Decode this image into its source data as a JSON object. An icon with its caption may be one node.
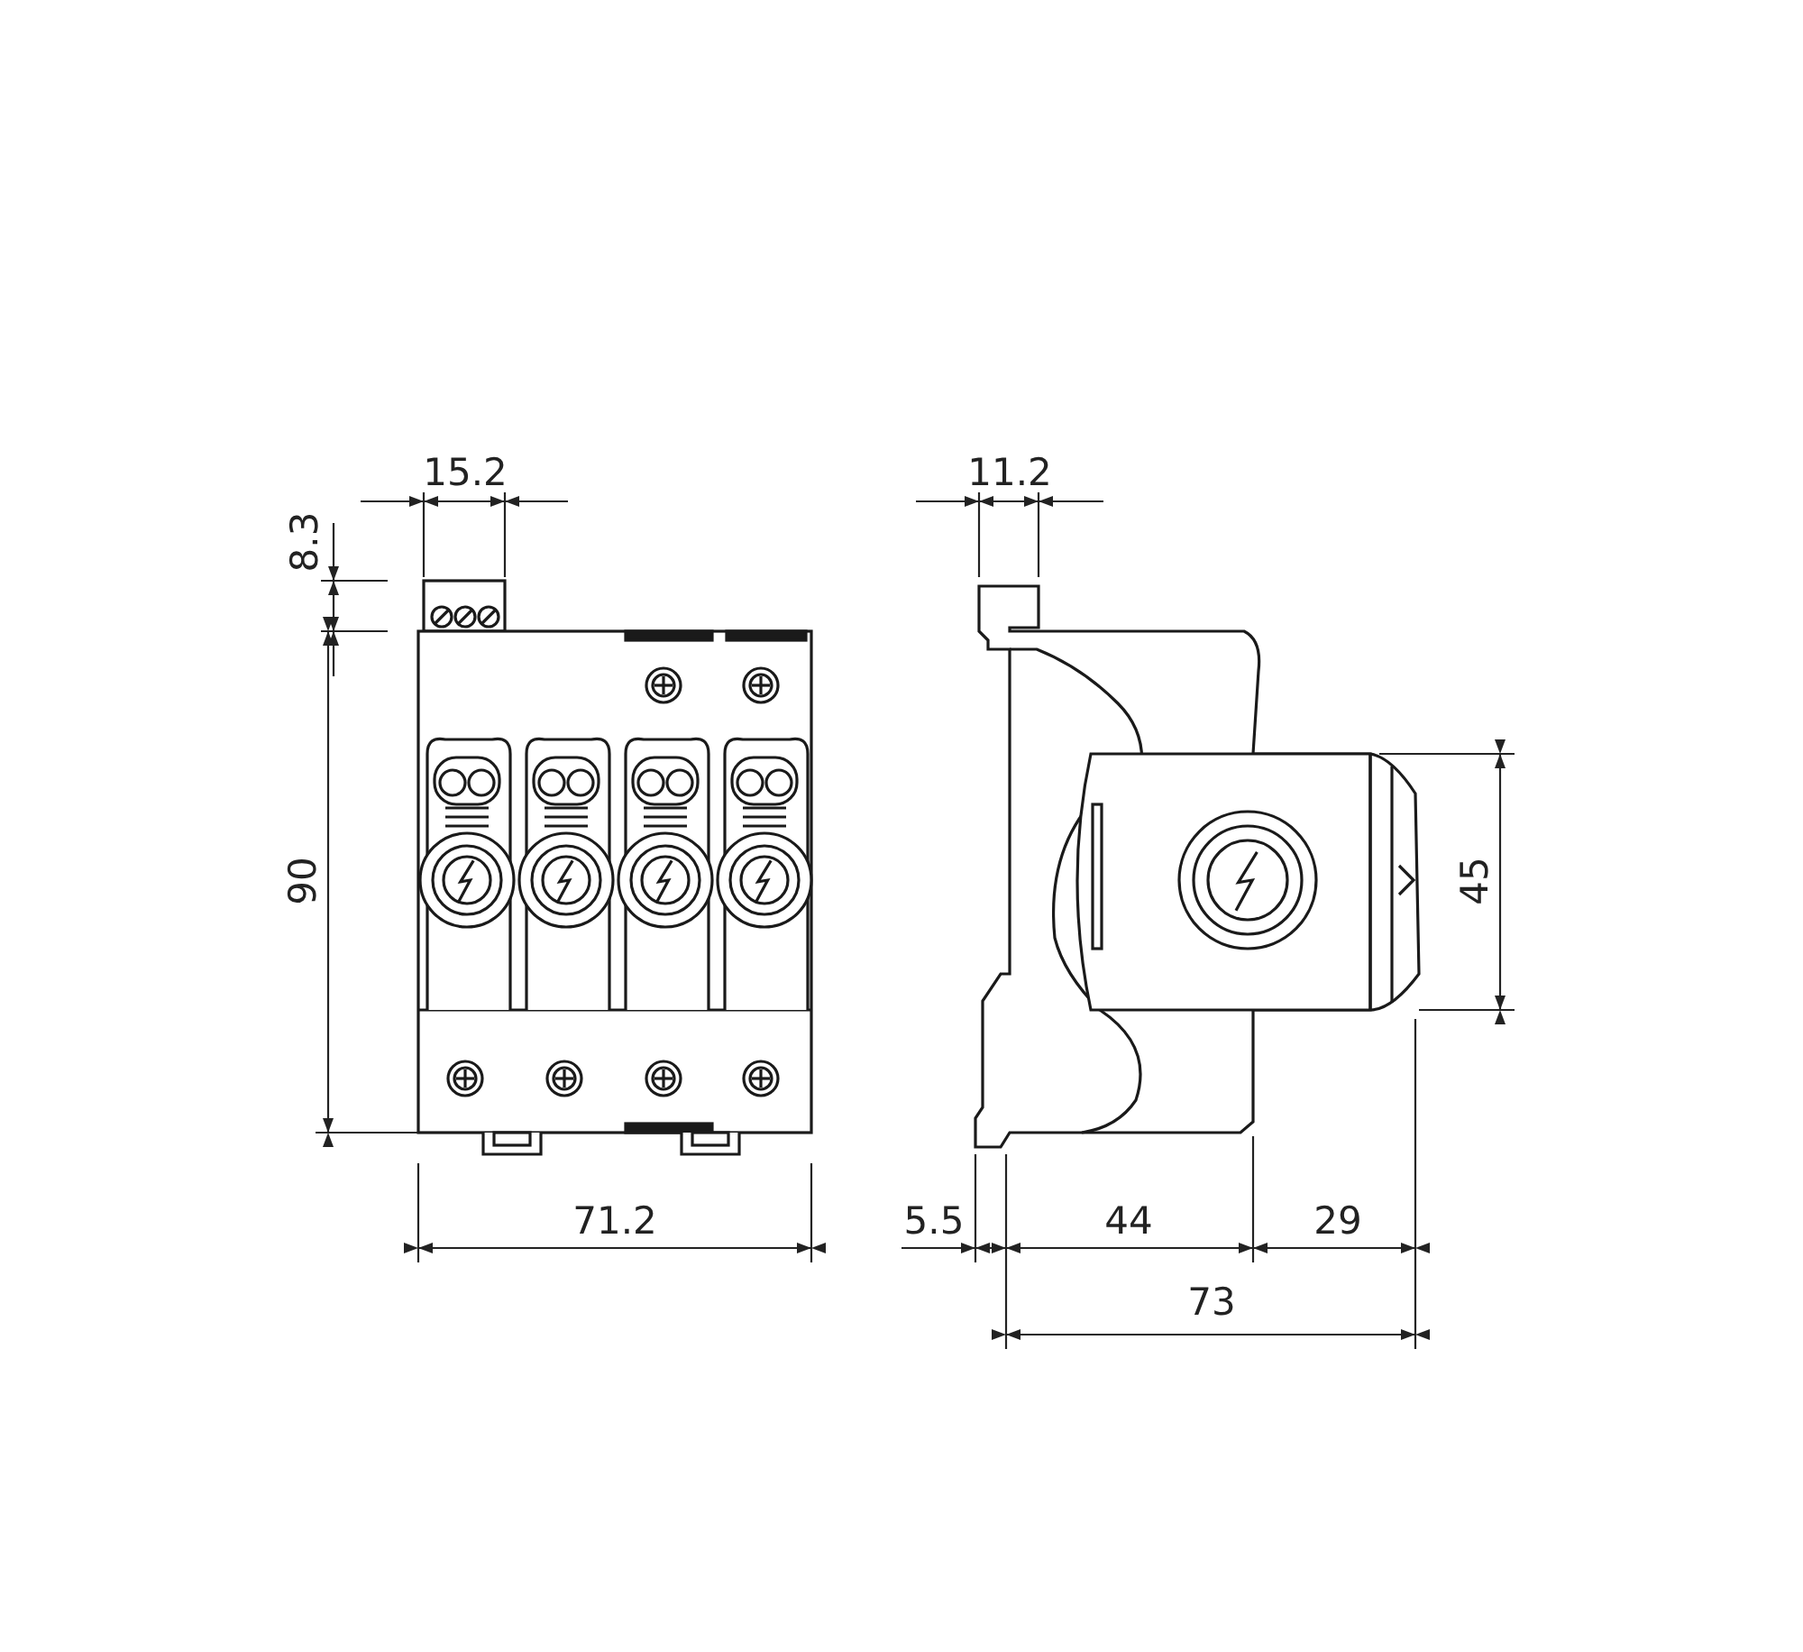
{
  "diagram": {
    "labels": [
      "15.2",
      "8.3",
      "90",
      "71.2",
      "11.2",
      "45",
      "5.5",
      "44",
      "29",
      "73"
    ]
  }
}
